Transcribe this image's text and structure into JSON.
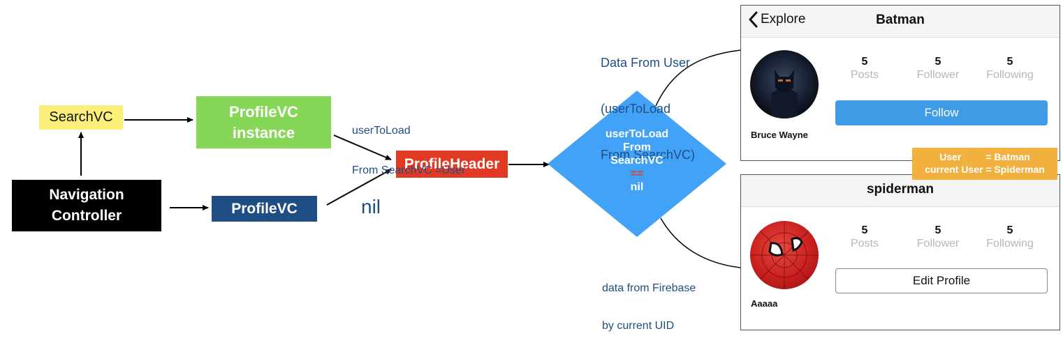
{
  "nodes": {
    "searchvc": "SearchVC",
    "profilevc_instance_line1": "ProfileVC",
    "profilevc_instance_line2": "instance",
    "nav_line1": "Navigation",
    "nav_line2": "Controller",
    "profilevc": "ProfileVC",
    "profileheader": "ProfileHeader"
  },
  "notes": {
    "usertoload_line1": "userToLoad",
    "usertoload_line2": "From SearchVC =User",
    "nil": "nil",
    "top_data_line1": "Data From User",
    "top_data_line2": "(userToLoad",
    "top_data_line3": "From SearchVC)",
    "bottom_data_line1": "data from Firebase",
    "bottom_data_line2": "by current UID"
  },
  "diamond": {
    "line1": "userToLoad",
    "line2": "From",
    "line3": "SearchVC",
    "eq": "==",
    "line4": "nil",
    "color": "#42a2f7"
  },
  "user_note": {
    "line1": "User         = Batman",
    "line2": "current User = Spiderman"
  },
  "phone1": {
    "back_label": "Explore",
    "title": "Batman",
    "name": "Bruce Wayne",
    "stats": [
      {
        "num": "5",
        "label": "Posts"
      },
      {
        "num": "5",
        "label": "Follower"
      },
      {
        "num": "5",
        "label": "Following"
      }
    ],
    "button": "Follow"
  },
  "phone2": {
    "title": "spiderman",
    "name": "Aaaaa",
    "stats": [
      {
        "num": "5",
        "label": "Posts"
      },
      {
        "num": "5",
        "label": "Follower"
      },
      {
        "num": "5",
        "label": "Following"
      }
    ],
    "button": "Edit Profile"
  }
}
